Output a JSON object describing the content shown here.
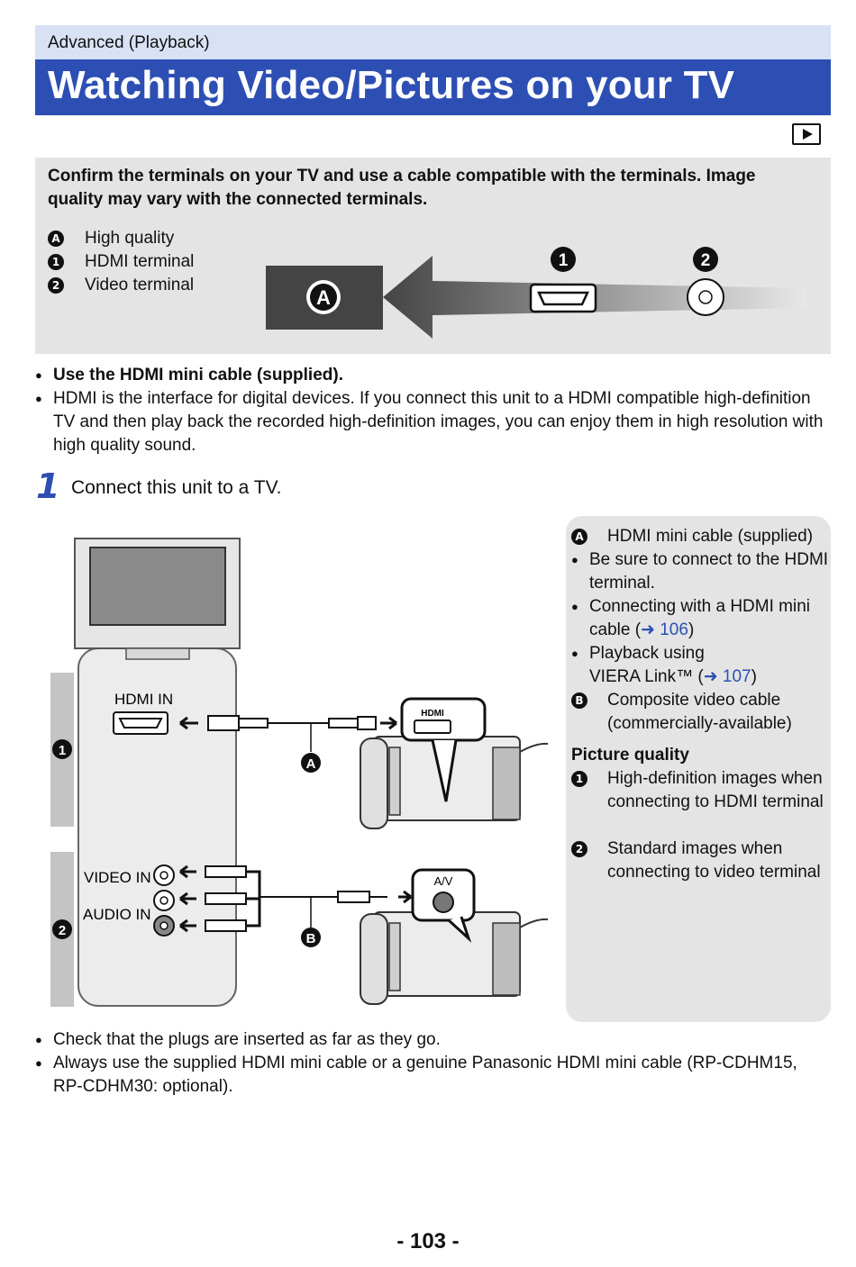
{
  "header": {
    "section": "Advanced (Playback)",
    "title": "Watching Video/Pictures on your TV",
    "mode_icon": "playback-mode-icon"
  },
  "info_box": {
    "text": "Confirm the terminals on your TV and use a cable compatible with the terminals. Image quality may vary with the connected terminals.",
    "legend": [
      {
        "marker": "A",
        "label": "High quality"
      },
      {
        "marker": "1",
        "label": "HDMI terminal"
      },
      {
        "marker": "2",
        "label": "Video terminal"
      }
    ],
    "diagram": {
      "marker_a": "A",
      "marker_1": "1",
      "marker_2": "2"
    }
  },
  "intro_bullets": [
    "Use the HDMI mini cable (supplied).",
    "HDMI is the interface for digital devices. If you connect this unit to a HDMI compatible high-definition TV and then play back the recorded high-definition images, you can enjoy them in high resolution with high quality sound."
  ],
  "step": {
    "number": "1",
    "text": "Connect this unit to a TV."
  },
  "connection_diagram": {
    "hdmi_in": "HDMI IN",
    "video_in": "VIDEO IN",
    "audio_in": "AUDIO IN",
    "hdmi_port_label": "HDMI",
    "av_port_label": "A/V",
    "cable_a": "A",
    "cable_b": "B",
    "row_1": "1",
    "row_2": "2"
  },
  "side_panel": {
    "a_marker": "A",
    "a_label": "HDMI mini cable (supplied)",
    "bullet_1": "Be sure to connect to the HDMI terminal.",
    "bullet_2_pre": "Connecting with a HDMI mini cable (",
    "bullet_2_link": "➜ 106",
    "bullet_2_post": ")",
    "bullet_3_line1": "Playback using",
    "bullet_3_pre": "VIERA Link™ (",
    "bullet_3_link": "➜ 107",
    "bullet_3_post": ")",
    "b_marker": "B",
    "b_label": "Composite video cable (commercially-available)",
    "pq_heading": "Picture quality",
    "pq_1_marker": "1",
    "pq_1": "High-definition images when connecting to HDMI terminal",
    "pq_2_marker": "2",
    "pq_2": "Standard images when connecting to video terminal"
  },
  "notes": [
    "Check that the plugs are inserted as far as they go.",
    "Always use the supplied HDMI mini cable or a genuine Panasonic HDMI mini cable (RP-CDHM15, RP-CDHM30: optional)."
  ],
  "page_number": "- 103 -"
}
